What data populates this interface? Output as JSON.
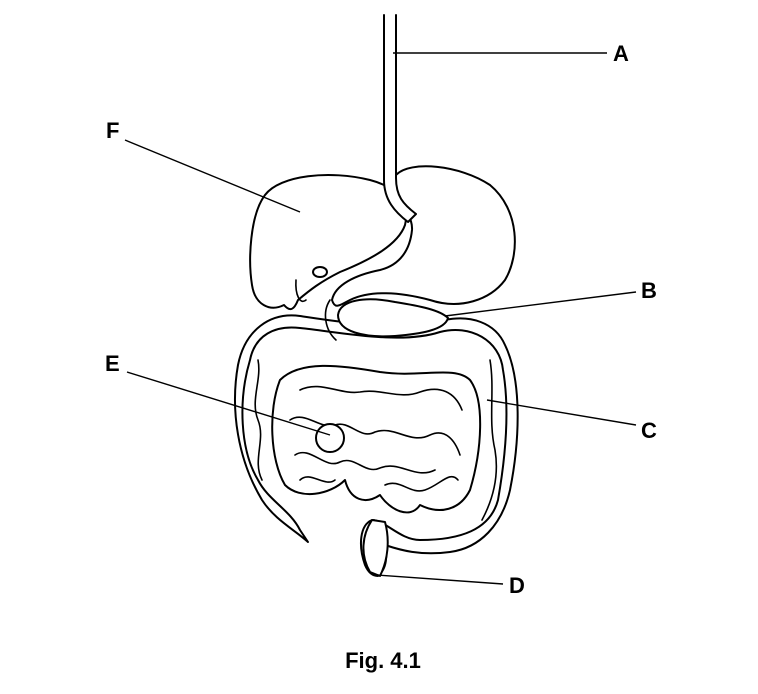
{
  "labels": {
    "a": "A",
    "b": "B",
    "c": "C",
    "d": "D",
    "e": "E",
    "f": "F"
  },
  "caption": "Fig. 4.1"
}
